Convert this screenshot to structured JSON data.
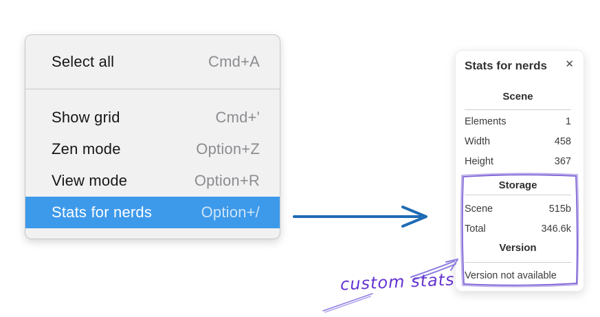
{
  "colors": {
    "menu-bg": "#f1f1f2",
    "menu-border": "#c5c7ca",
    "menu-highlight": "#3d99ea",
    "shortcut-color": "#8c8c90",
    "blue-arrow": "#1e6bb4",
    "violet-box": "#7b5fd5",
    "violet-arrow": "#8a7ce0",
    "violet-text": "#6433d0",
    "panel-divider": "#cfcfd4"
  },
  "menu": {
    "items": [
      {
        "label": "Select all",
        "shortcut": "Cmd+A"
      },
      {
        "label": "Show grid",
        "shortcut": "Cmd+'"
      },
      {
        "label": "Zen mode",
        "shortcut": "Option+Z"
      },
      {
        "label": "View mode",
        "shortcut": "Option+R"
      },
      {
        "label": "Stats for nerds",
        "shortcut": "Option+/"
      }
    ]
  },
  "panel": {
    "title": "Stats for nerds",
    "close_glyph": "✕",
    "scene": {
      "heading": "Scene",
      "rows": [
        {
          "label": "Elements",
          "value": "1"
        },
        {
          "label": "Width",
          "value": "458"
        },
        {
          "label": "Height",
          "value": "367"
        }
      ]
    },
    "storage": {
      "heading": "Storage",
      "rows": [
        {
          "label": "Scene",
          "value": "515b"
        },
        {
          "label": "Total",
          "value": "346.6k"
        }
      ]
    },
    "version": {
      "heading": "Version",
      "note": "Version not available"
    }
  },
  "annotation": {
    "label": "custom stats"
  }
}
